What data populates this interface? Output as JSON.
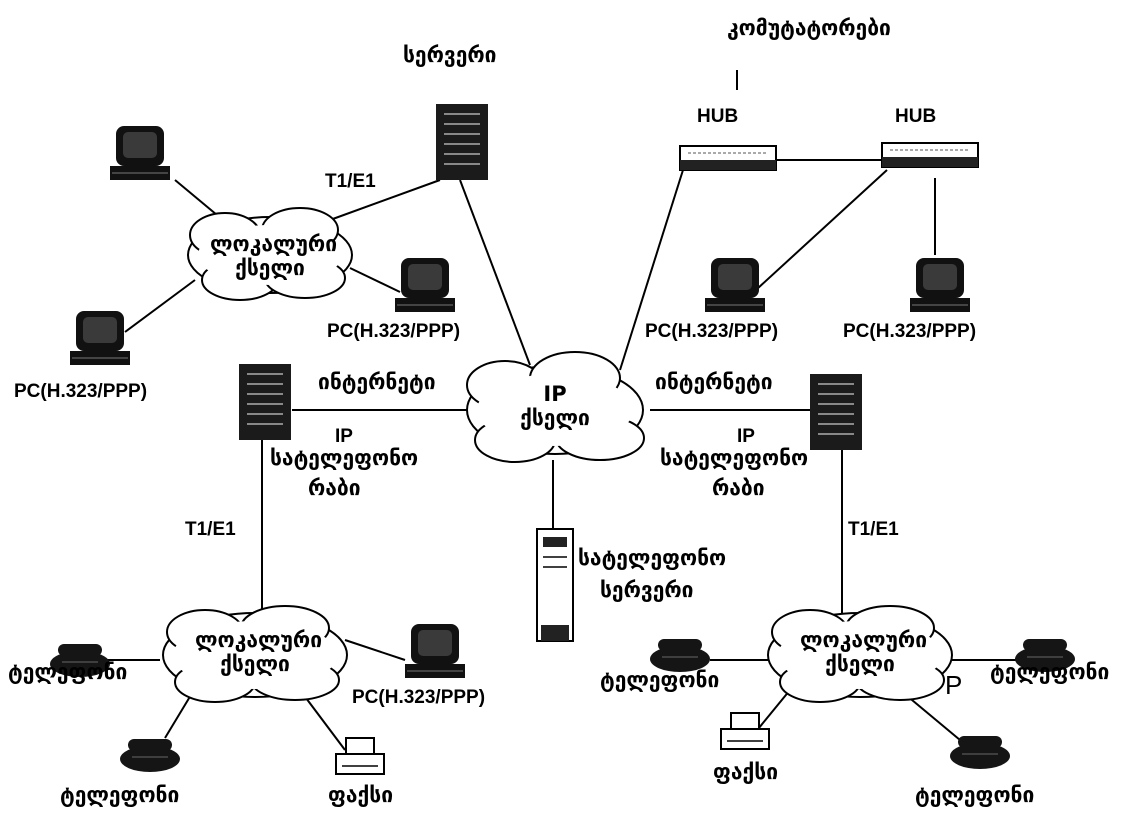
{
  "labels": {
    "switches_title": "კომუტატორები",
    "server_top": "სერვერი",
    "hub_left": "HUB",
    "hub_right": "HUB",
    "link_t1e1_top": "T1/E1",
    "link_t1e1_left": "T1/E1",
    "link_t1e1_right": "T1/E1",
    "pc_label_1": "PC(H.323/PPP)",
    "pc_label_2": "PC(H.323/PPP)",
    "pc_label_3": "PC(H.323/PPP)",
    "pc_label_4": "PC(H.323/PPP)",
    "pc_label_5": "PC(H.323/PPP)",
    "internet_left": "ინტერნეტი",
    "internet_right": "ინტერნეტი",
    "ip_left": "IP",
    "ip_right": "IP",
    "telephony_left": "სატელეფონო",
    "telephony_left_2": "რაბი",
    "telephony_right": "სატელეფონო",
    "telephony_right_2": "რაბი",
    "phone_server": "სატელეფონო",
    "phone_server_2": "სერვერი",
    "phone_1": "ტელეფონი",
    "phone_2": "ტელეფონი",
    "phone_3": "ტელეფონი",
    "phone_4": "ტელეფონი",
    "phone_5": "ტელეფონი",
    "fax_left": "ფაქსი",
    "fax_right": "ფაქსი",
    "stray_p": "P"
  },
  "clouds": {
    "local_top": [
      "ლოკალური",
      "ქსელი"
    ],
    "ip_center": [
      "IP",
      "ქსელი"
    ],
    "local_bottom_left": [
      "ლოკალური",
      "ქსელი"
    ],
    "local_bottom_right": [
      "ლოკალური",
      "ქსელი"
    ]
  },
  "icons": {
    "server": "server-tower-icon",
    "hub": "hub-icon",
    "pc": "pc-terminal-icon",
    "phone": "telephone-icon",
    "fax": "fax-icon",
    "cloud": "network-cloud-icon"
  },
  "colors": {
    "line": "#000000",
    "fill_dark": "#1a1a1a",
    "background": "#ffffff"
  }
}
